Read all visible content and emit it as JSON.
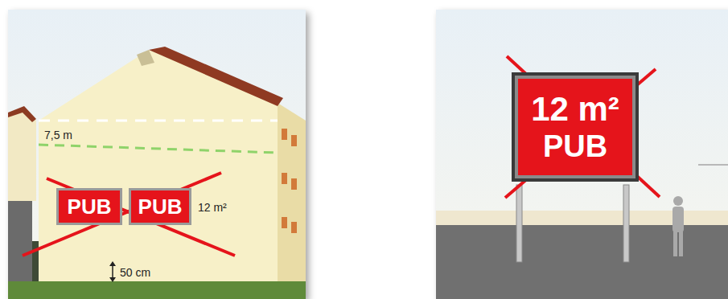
{
  "diagram": {
    "nodes": [
      {
        "text": [
          "PUB"
        ]
      },
      {
        "text": [
          "PUB"
        ]
      },
      {
        "text": [
          "12 m²",
          "PUB"
        ]
      }
    ],
    "labels": [
      "7,5 m",
      "12 m²",
      "50 cm"
    ]
  }
}
